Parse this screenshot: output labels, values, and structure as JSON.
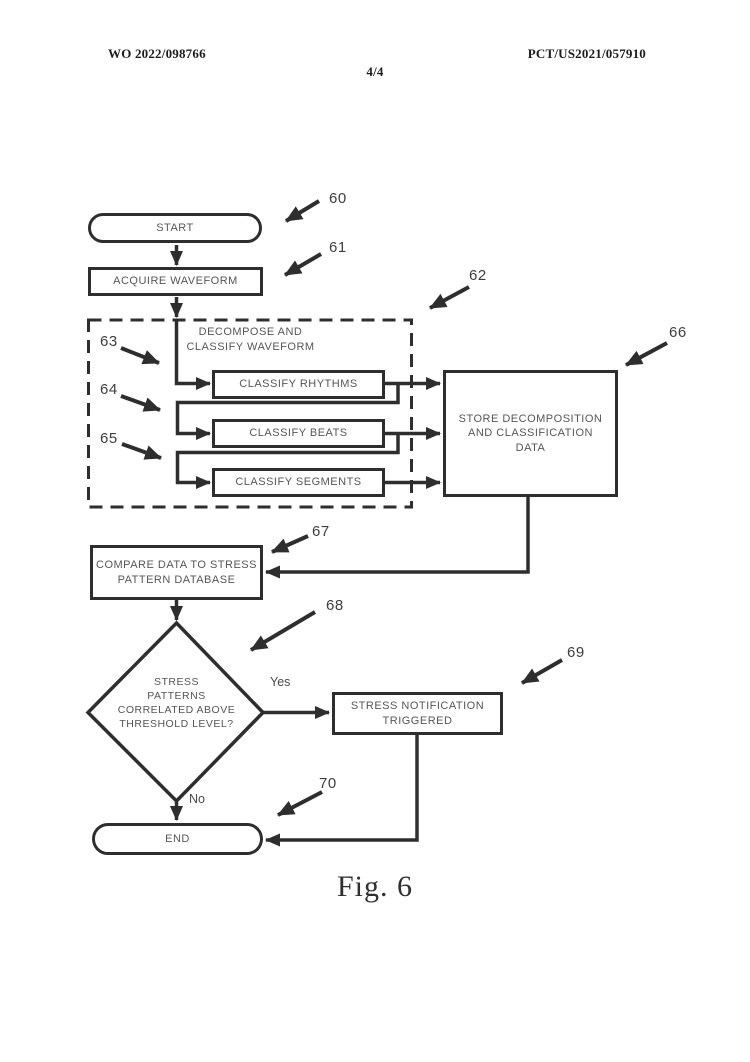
{
  "header": {
    "left": "WO 2022/098766",
    "page": "4/4",
    "right": "PCT/US2021/057910"
  },
  "figure": {
    "caption": "Fig. 6"
  },
  "flowchart": {
    "nodes": {
      "start": {
        "label": "START",
        "ref": "60"
      },
      "acquire": {
        "label": "ACQUIRE WAVEFORM",
        "ref": "61"
      },
      "group": {
        "label": "DECOMPOSE AND\nCLASSIFY WAVEFORM",
        "ref": "62"
      },
      "rhythms": {
        "label": "CLASSIFY RHYTHMS",
        "ref": "63"
      },
      "beats": {
        "label": "CLASSIFY BEATS",
        "ref": "64"
      },
      "segments": {
        "label": "CLASSIFY SEGMENTS",
        "ref": "65"
      },
      "store": {
        "label": "STORE DECOMPOSITION\nAND CLASSIFICATION\nDATA",
        "ref": "66"
      },
      "compare": {
        "label": "COMPARE DATA TO STRESS\nPATTERN DATABASE",
        "ref": "67"
      },
      "decision": {
        "label": "STRESS\nPATTERNS\nCORRELATED ABOVE\nTHRESHOLD LEVEL?",
        "ref": "68"
      },
      "notify": {
        "label": "STRESS NOTIFICATION\nTRIGGERED",
        "ref": "69"
      },
      "end": {
        "label": "END",
        "ref": "70"
      }
    },
    "edges": {
      "yes_label": "Yes",
      "no_label": "No"
    }
  },
  "colors": {
    "ink": "#2e2e2e",
    "box_text": "#565656",
    "background": "#ffffff"
  }
}
